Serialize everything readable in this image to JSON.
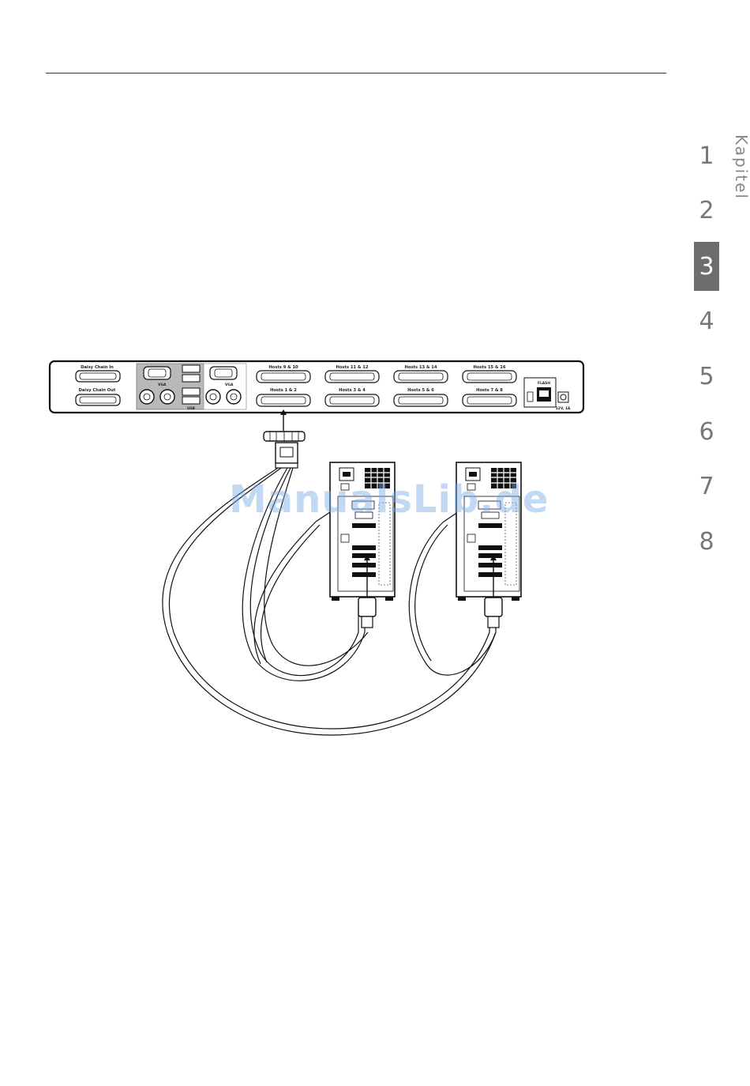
{
  "chapter_nav": {
    "label": "Kapitel",
    "items": [
      "1",
      "2",
      "3",
      "4",
      "5",
      "6",
      "7",
      "8"
    ],
    "active": "3"
  },
  "kvm_panel": {
    "daisy_chain_in": "Daisy Chain In",
    "daisy_chain_out": "Daisy Chain Out",
    "vga_1": "VGA",
    "usb": "USB",
    "vga_2": "VGA",
    "hosts": [
      "Hosts 9 & 10",
      "Hosts 11 & 12",
      "Hosts 13 & 14",
      "Hosts 15 & 16",
      "Hosts 1 & 2",
      "Hosts 3 & 4",
      "Hosts 5 & 6",
      "Hosts 7 & 8"
    ],
    "flash": "FLASH",
    "power": "12V, 1A"
  },
  "watermark": "ManualsLib.de",
  "colors": {
    "active_chapter_bg": "#6d6d6d",
    "watermark": "#78aae6"
  }
}
